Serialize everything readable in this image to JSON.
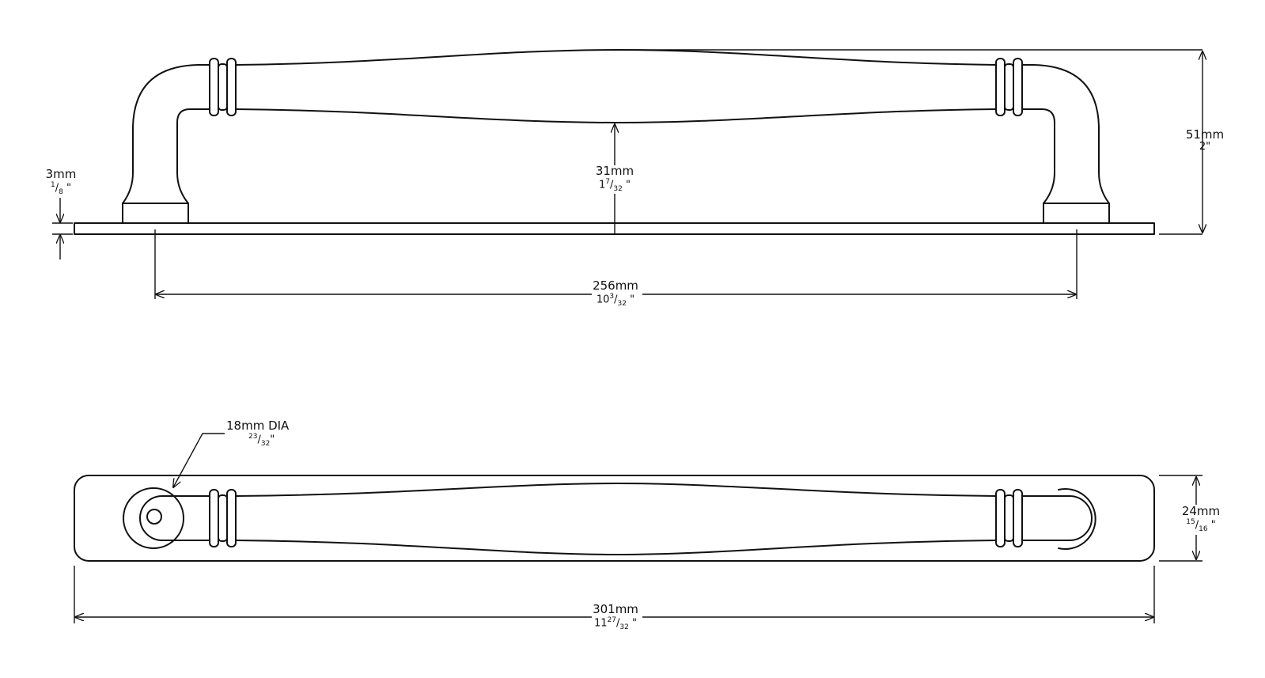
{
  "side_view": {
    "height_total": {
      "mm": "51mm",
      "inch": "2\""
    },
    "clearance": {
      "mm": "31mm",
      "whole": "1",
      "num": "7",
      "den": "32"
    },
    "plate_thickness": {
      "mm": "3mm",
      "num": "1",
      "den": "8"
    },
    "centers": {
      "mm": "256mm",
      "whole": "10",
      "num": "3",
      "den": "32"
    }
  },
  "top_view": {
    "base_diameter": {
      "mm": "18mm DIA",
      "num": "23",
      "den": "32"
    },
    "width": {
      "mm": "24mm",
      "num": "15",
      "den": "16"
    },
    "length": {
      "mm": "301mm",
      "whole": "11",
      "num": "27",
      "den": "32"
    }
  },
  "inch_mark": "\""
}
